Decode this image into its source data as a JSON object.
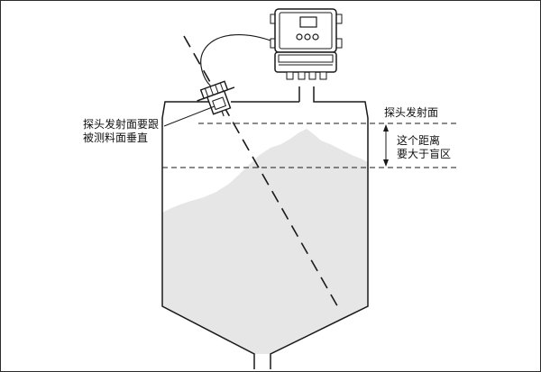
{
  "diagram": {
    "labels": {
      "emit_face": "探头发射面",
      "perpendicular_line1": "探头发射面要跟",
      "perpendicular_line2": "被测料面垂直",
      "distance_line1": "这个距离",
      "distance_line2": "要大于盲区"
    },
    "colors": {
      "line": "#1a1a1a",
      "material_fill": "#e6e6e6",
      "device_fill": "#ffffff"
    },
    "icons": {
      "transmitter": "control-box-icon",
      "sensor": "radar-probe-icon"
    }
  }
}
